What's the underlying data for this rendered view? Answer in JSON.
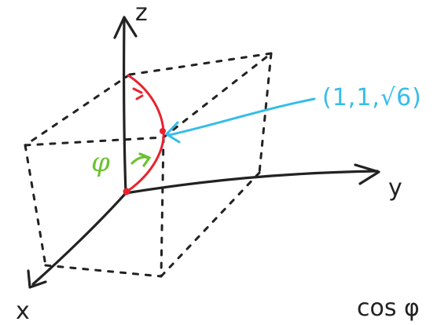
{
  "axes": {
    "z_label": "z",
    "y_label": "y",
    "x_label": "x"
  },
  "point": {
    "label": "(1,1,√6)"
  },
  "angle": {
    "symbol": "φ"
  },
  "equation": {
    "text": "cos φ"
  },
  "colors": {
    "ink": "#222222",
    "red": "#e8232e",
    "blue": "#35bde8",
    "green": "#6cc22f"
  }
}
